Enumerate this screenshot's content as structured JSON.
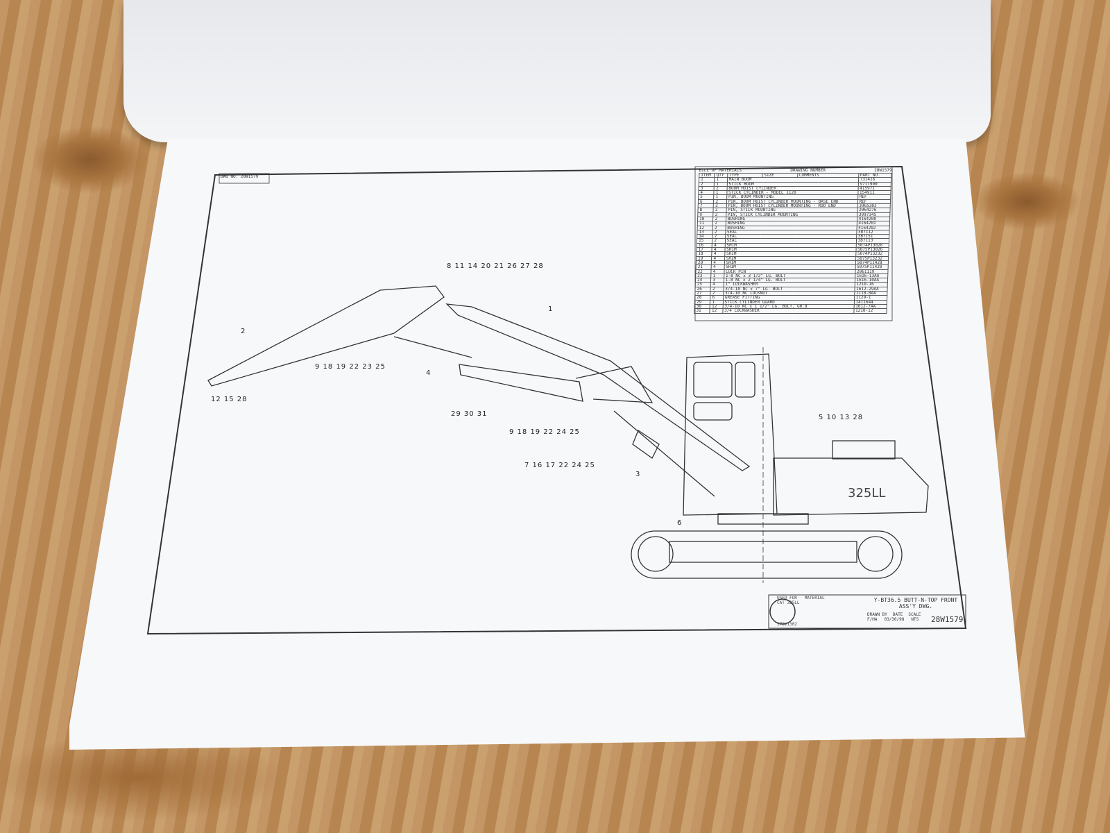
{
  "bom": {
    "title": "BILL OF MATERIALS",
    "drawing_number_label": "DRAWING NUMBER",
    "drawing_number": "28W1579",
    "headers": [
      "ITEM",
      "QTY",
      "TYPE",
      "SIZE",
      "COMMENTS",
      "PART NO."
    ],
    "rows": [
      [
        "1",
        "1",
        "MAIN BOOM",
        "731416"
      ],
      [
        "2",
        "1",
        "STICK BOOM",
        "971T900"
      ],
      [
        "3",
        "2",
        "BOOM HOIST CYLINDER",
        "415971"
      ],
      [
        "4",
        "1",
        "STICK CYLINDER - MODEL 1120",
        "154911"
      ],
      [
        "5",
        "1",
        "PIN, BOOM MOUNTING",
        "REF"
      ],
      [
        "6",
        "2",
        "PIN, BOOM HOIST CYLINDER MOUNTING - BASE END",
        "REF"
      ],
      [
        "7",
        "2",
        "PIN, BOOM HOIST CYLINDER MOUNTING - ROD END",
        "3965303"
      ],
      [
        "8",
        "2",
        "PIN, STICK MOUNTING",
        "2064276"
      ],
      [
        "9",
        "2",
        "PIN, STICK CYLINDER MOUNTING",
        "3997345"
      ],
      [
        "10",
        "2",
        "BUSHING",
        "4164200"
      ],
      [
        "11",
        "2",
        "BUSHING",
        "4164201"
      ],
      [
        "12",
        "2",
        "BUSHING",
        "4164202"
      ],
      [
        "13",
        "2",
        "SEAL",
        "387112"
      ],
      [
        "14",
        "2",
        "SEAL",
        "387151"
      ],
      [
        "15",
        "2",
        "SEAL",
        "387113"
      ],
      [
        "16",
        "4",
        "SHIM",
        "5074P13026"
      ],
      [
        "17",
        "4",
        "SHIM",
        "5075P13026"
      ],
      [
        "18",
        "4",
        "SHIM",
        "5074P13232"
      ],
      [
        "19",
        "4",
        "SHIM",
        "5075P13232"
      ],
      [
        "20",
        "4",
        "SHIM",
        "5074P11428"
      ],
      [
        "21",
        "4",
        "SHIM",
        "5075P11428"
      ],
      [
        "22",
        "4",
        "LOCK PIN",
        "2061119"
      ],
      [
        "23",
        "1",
        "1-8 NC x 3 1/2\" LG. BOLT",
        "1616-13AA"
      ],
      [
        "24",
        "3",
        "1-8 NC x 2 1/4\" LG. BOLT",
        "1616-10AA"
      ],
      [
        "25",
        "4",
        "1\" LOCKWASHER",
        "1210-16"
      ],
      [
        "26",
        "2",
        "3/4-10 NC x 7\" LG. BOLT",
        "1612-29AA"
      ],
      [
        "27",
        "2",
        "3/4-10 NC LOCKNUT",
        "1118-8AA"
      ],
      [
        "28",
        "6",
        "GREASE FITTING",
        "1120-1"
      ],
      [
        "29",
        "1",
        "STICK CYLINDER GUARD",
        "1411644"
      ],
      [
        "30",
        "12",
        "3/4-10 NC x 1 1/2\" LG. BOLT, GR.8",
        "1612-7AA"
      ],
      [
        "31",
        "12",
        "3/4 LOCKWASHER",
        "1210-12"
      ]
    ]
  },
  "title_block": {
    "title": "Y-BT36.5 BUTT-N-TOP FRONT",
    "subtitle": "ASS'Y DWG.",
    "used_for": "USED FOR",
    "material": "MATERIAL",
    "drawn_by_label": "DRAWN BY",
    "date_label": "DATE",
    "scale_label": "SCALE",
    "drawn_by": "F/HA",
    "date": "03/30/98",
    "scale": "NTS",
    "drawing_number": "28W1579",
    "ref": "578V1302",
    "cat": "CAT 325LL"
  },
  "corner": {
    "dwg_no_label": "DWG NO.",
    "dwg_no": "28W1579"
  },
  "model_label": "325LL",
  "balloons": {
    "top": "8 11 14 20 21 26 27 28",
    "b1": "1",
    "b2": "2",
    "b3": "3",
    "b4": "4",
    "b6": "6",
    "tip": "12 15 28",
    "stick_pin": "9 18 19 22 23 25",
    "guard": "29 30 31",
    "cyl_pin": "9 18 19 22 24 25",
    "hoist_pin": "7 16 17 22 24 25",
    "boom_foot": "5 10 13 28"
  }
}
